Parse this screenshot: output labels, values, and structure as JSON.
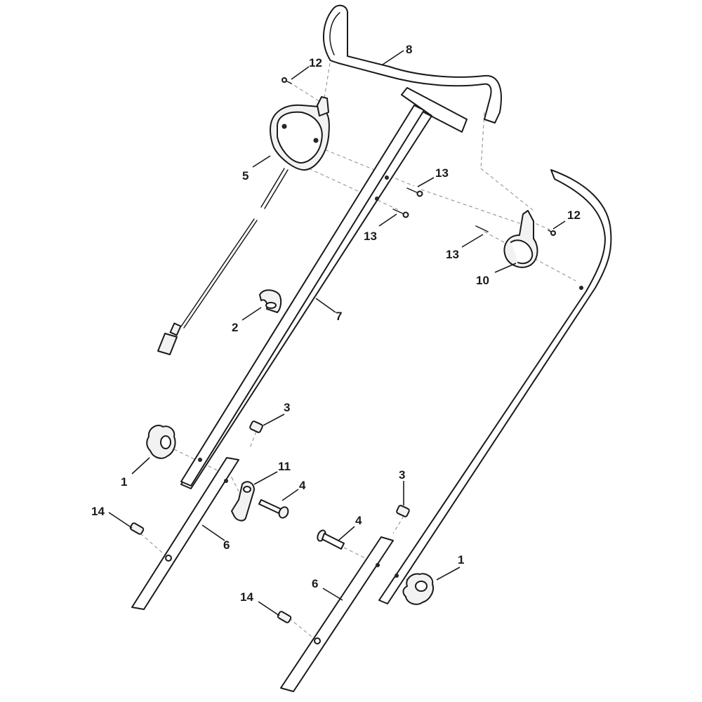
{
  "callouts": {
    "c1a": "1",
    "c1b": "1",
    "c2": "2",
    "c3a": "3",
    "c3b": "3",
    "c4a": "4",
    "c4b": "4",
    "c5": "5",
    "c6a": "6",
    "c6b": "6",
    "c7": "7",
    "c8": "8",
    "c10": "10",
    "c11": "11",
    "c12a": "12",
    "c12b": "12",
    "c13a": "13",
    "c13b": "13",
    "c13c": "13",
    "c14a": "14",
    "c14b": "14"
  }
}
